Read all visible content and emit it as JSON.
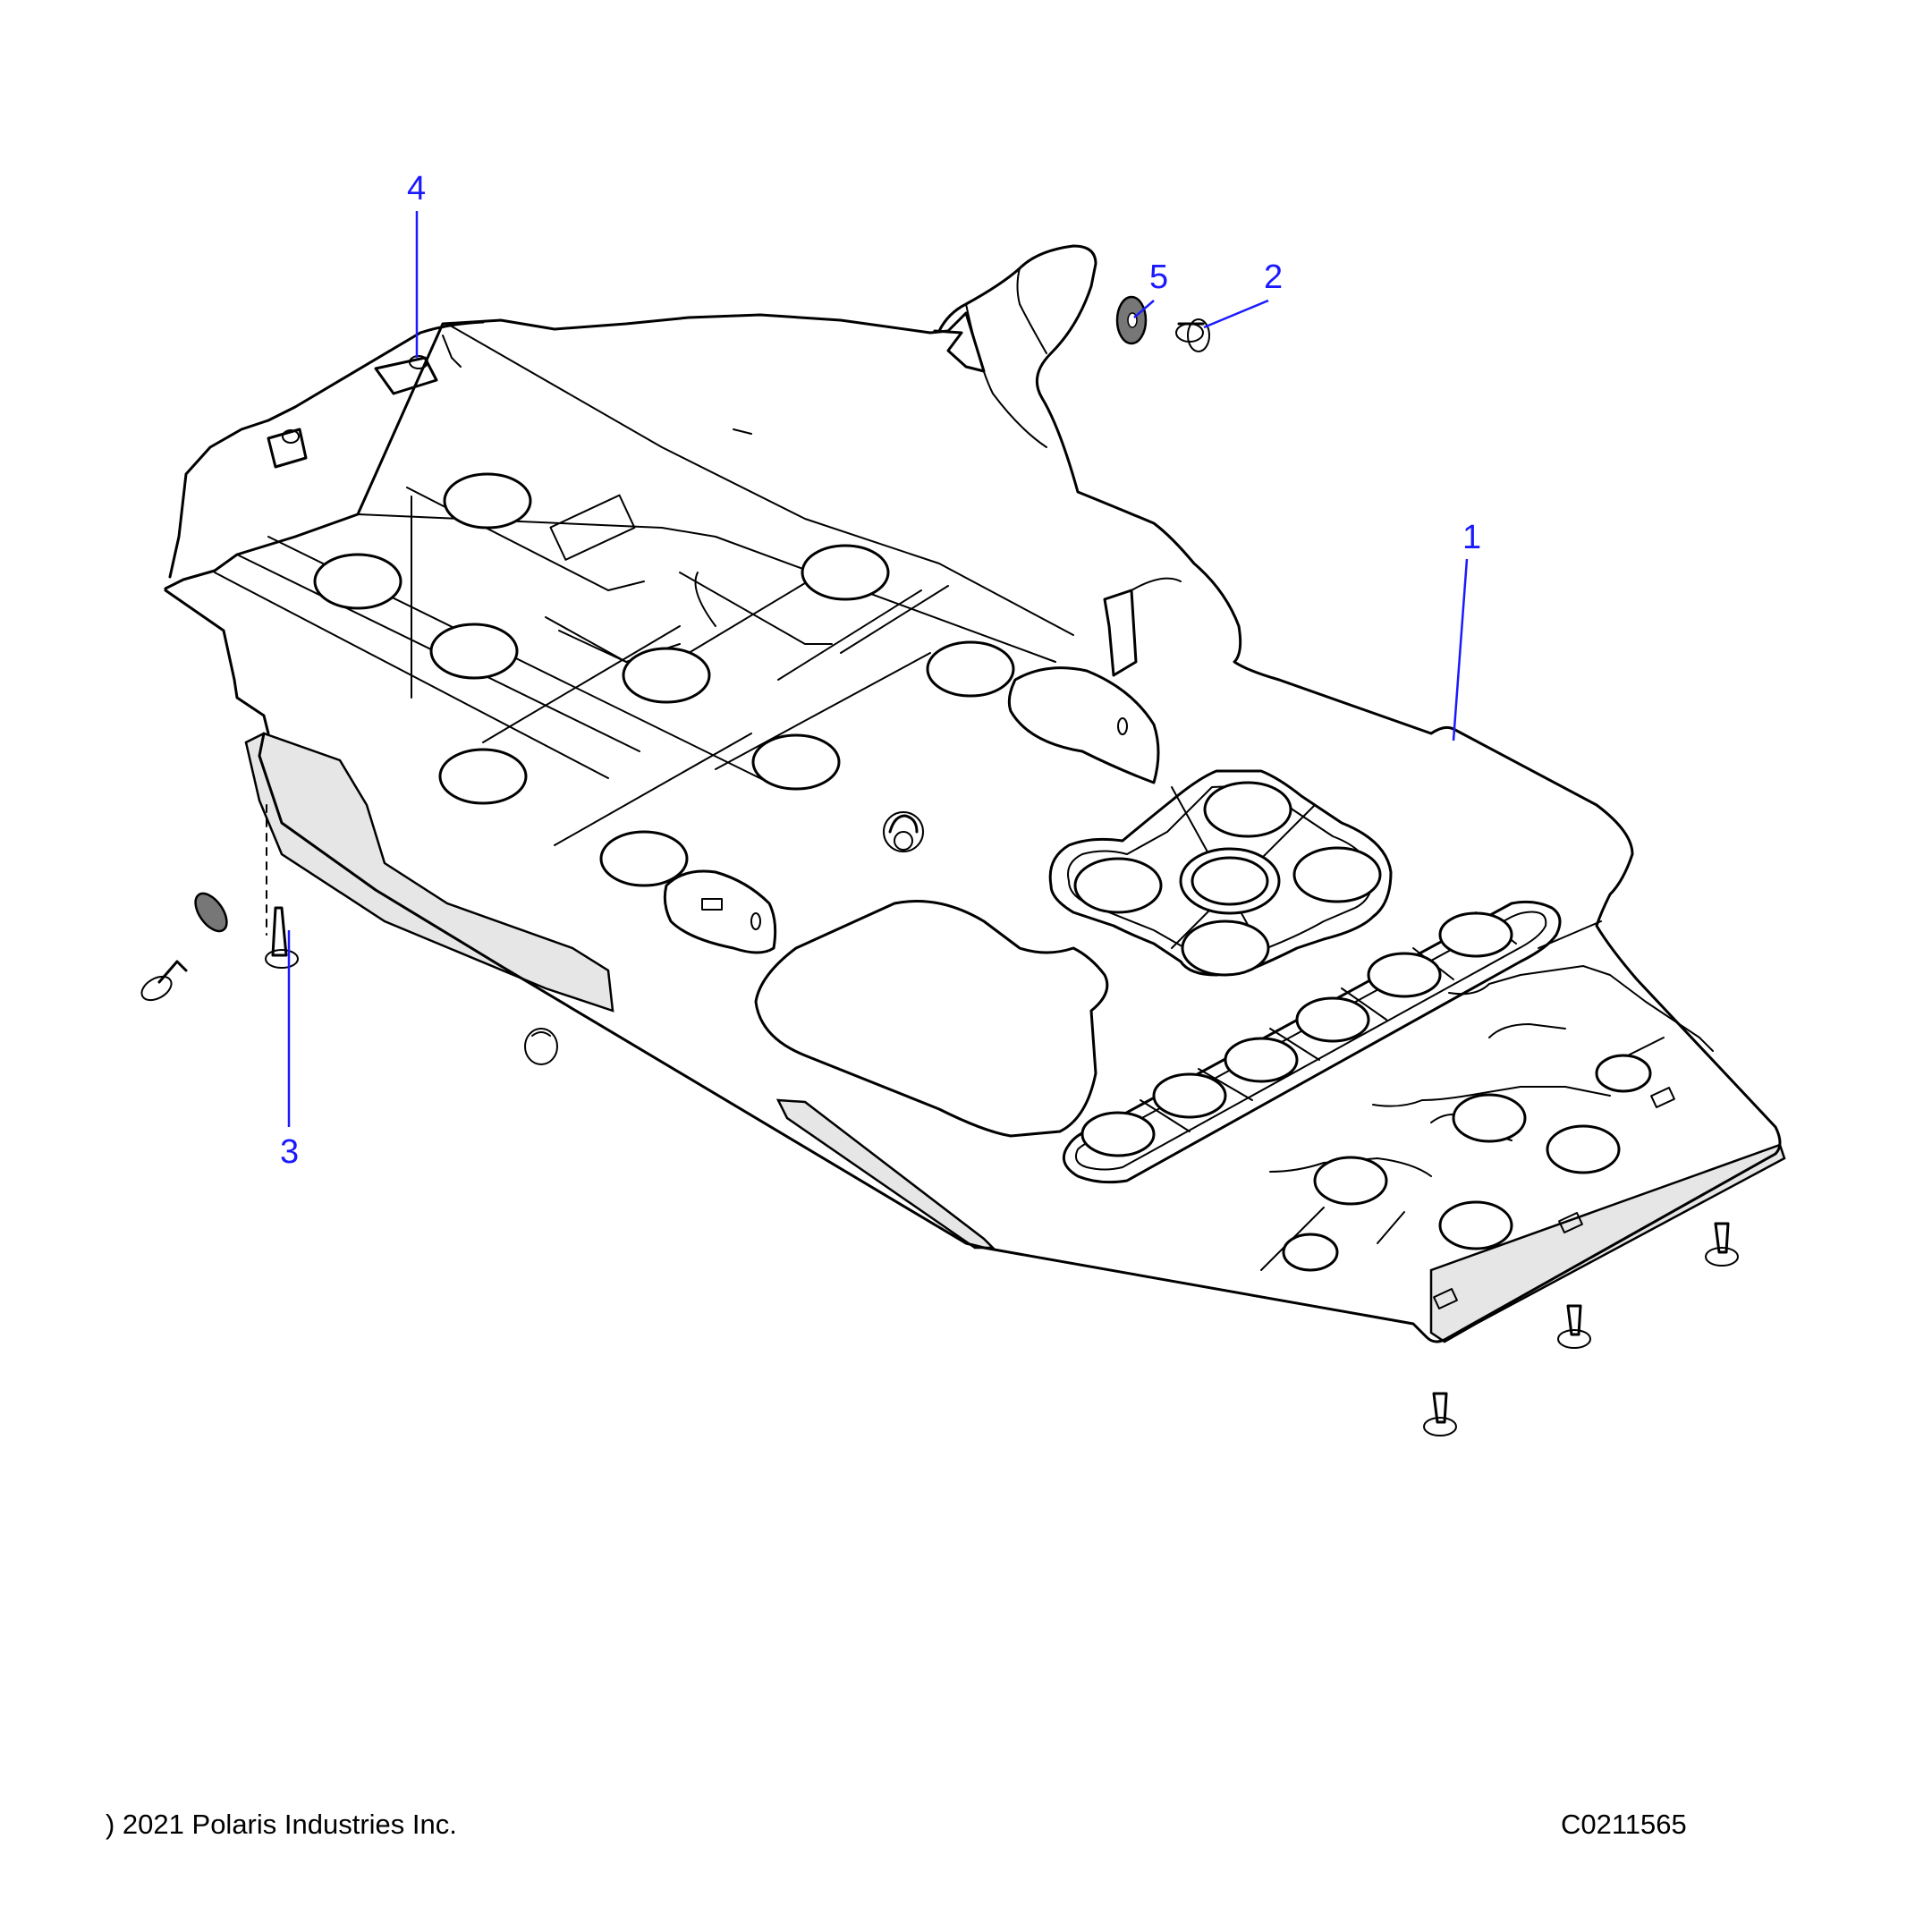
{
  "diagram": {
    "callouts": [
      {
        "id": "1",
        "label": "1"
      },
      {
        "id": "2",
        "label": "2"
      },
      {
        "id": "3",
        "label": "3"
      },
      {
        "id": "4",
        "label": "4"
      },
      {
        "id": "5",
        "label": "5"
      }
    ],
    "footer": {
      "copyright": ") 2021 Polaris Industries Inc.",
      "figure_id": "C0211565"
    },
    "colors": {
      "callout": "#1a1aff",
      "line": "#000000",
      "shade": "#e6e6e6",
      "background": "#ffffff"
    }
  }
}
